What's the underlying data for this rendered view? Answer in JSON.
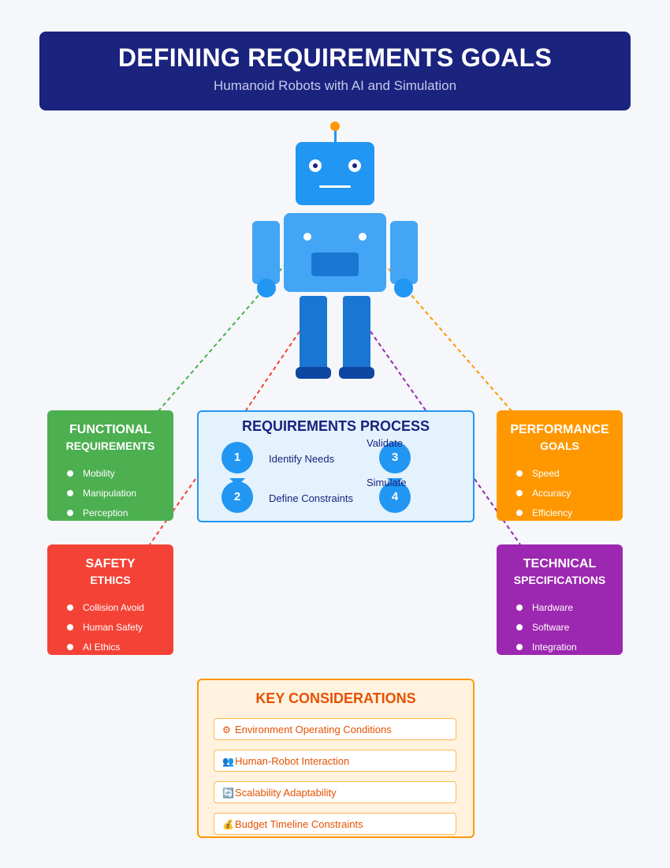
{
  "header": {
    "title": "DEFINING REQUIREMENTS GOALS",
    "subtitle": "Humanoid Robots with AI and Simulation"
  },
  "colors": {
    "header_bg": "#1a237e",
    "robot_primary": "#2196f3",
    "robot_light": "#42a5f5",
    "robot_dark": "#1976d2",
    "antenna": "#ff9800",
    "functional": "#4caf50",
    "performance": "#ff9800",
    "safety": "#f44336",
    "technical": "#9c27b0",
    "process_bg": "#e3f2fd",
    "key_bg": "#fff3e0"
  },
  "cards": {
    "functional": {
      "line1": "FUNCTIONAL",
      "line2": "REQUIREMENTS",
      "items": [
        "Mobility",
        "Manipulation",
        "Perception"
      ]
    },
    "performance": {
      "line1": "PERFORMANCE",
      "line2": "GOALS",
      "items": [
        "Speed",
        "Accuracy",
        "Efficiency"
      ]
    },
    "safety": {
      "line1": "SAFETY",
      "line2": "ETHICS",
      "items": [
        "Collision Avoid",
        "Human Safety",
        "AI Ethics"
      ]
    },
    "technical": {
      "line1": "TECHNICAL",
      "line2": "SPECIFICATIONS",
      "items": [
        "Hardware",
        "Software",
        "Integration"
      ]
    }
  },
  "process": {
    "title": "REQUIREMENTS PROCESS",
    "steps": [
      {
        "num": "1",
        "label": "Identify Needs"
      },
      {
        "num": "2",
        "label": "Define Constraints"
      },
      {
        "num": "3",
        "label": "Validate"
      },
      {
        "num": "4",
        "label": "Simulate"
      }
    ]
  },
  "key": {
    "title": "KEY CONSIDERATIONS",
    "items": [
      {
        "icon": "gear-icon",
        "glyph": "⚙",
        "label": "Environment Operating Conditions"
      },
      {
        "icon": "people-icon",
        "glyph": "👥",
        "label": "Human-Robot Interaction"
      },
      {
        "icon": "refresh-icon",
        "glyph": "🔄",
        "label": "Scalability Adaptability"
      },
      {
        "icon": "money-bag-icon",
        "glyph": "💰",
        "label": "Budget Timeline Constraints"
      }
    ]
  }
}
